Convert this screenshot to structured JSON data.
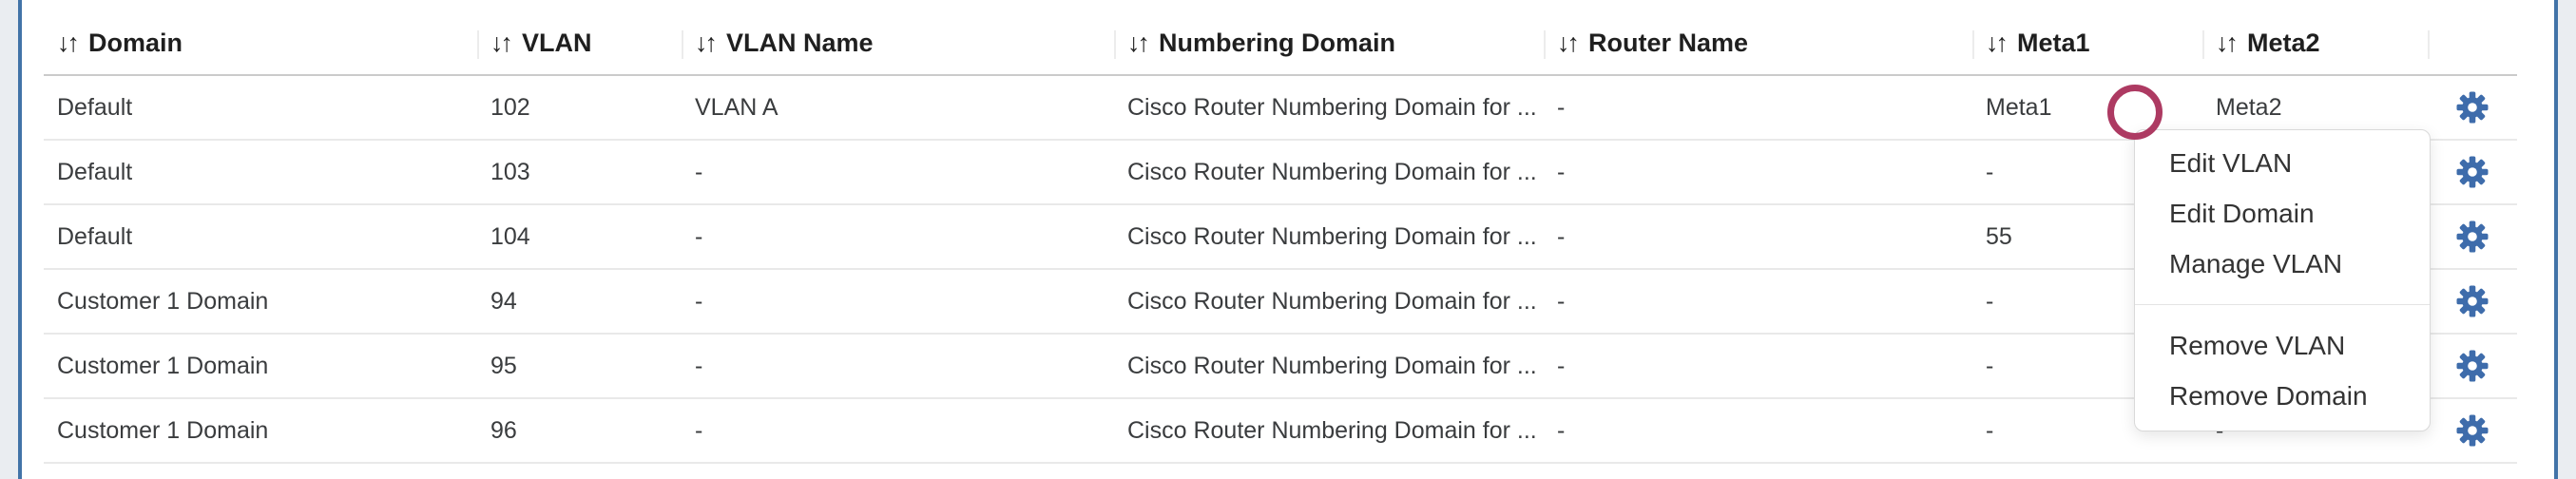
{
  "colors": {
    "panel_border": "#4273a8",
    "gear_icon": "#3e6cab",
    "annotation_circle": "#ad3a62",
    "outside_background": "#eaedf1"
  },
  "table": {
    "sort_icon": "↓↑",
    "columns": [
      {
        "key": "domain",
        "label": "Domain",
        "sortable": true
      },
      {
        "key": "vlan",
        "label": "VLAN",
        "sortable": true
      },
      {
        "key": "vlan_name",
        "label": "VLAN Name",
        "sortable": true
      },
      {
        "key": "numbering_domain",
        "label": "Numbering Domain",
        "sortable": true
      },
      {
        "key": "router_name",
        "label": "Router Name",
        "sortable": true
      },
      {
        "key": "meta1",
        "label": "Meta1",
        "sortable": true
      },
      {
        "key": "meta2",
        "label": "Meta2",
        "sortable": true
      },
      {
        "key": "actions",
        "label": "",
        "sortable": false
      }
    ],
    "rows": [
      {
        "domain": "Default",
        "vlan": "102",
        "vlan_name": "VLAN A",
        "numbering_domain": "Cisco Router Numbering Domain for ...",
        "router_name": "-",
        "meta1": "Meta1",
        "meta2": "Meta2"
      },
      {
        "domain": "Default",
        "vlan": "103",
        "vlan_name": "-",
        "numbering_domain": "Cisco Router Numbering Domain for ...",
        "router_name": "-",
        "meta1": "-",
        "meta2": ""
      },
      {
        "domain": "Default",
        "vlan": "104",
        "vlan_name": "-",
        "numbering_domain": "Cisco Router Numbering Domain for ...",
        "router_name": "-",
        "meta1": "55",
        "meta2": ""
      },
      {
        "domain": "Customer 1 Domain",
        "vlan": "94",
        "vlan_name": "-",
        "numbering_domain": "Cisco Router Numbering Domain for ...",
        "router_name": "-",
        "meta1": "-",
        "meta2": ""
      },
      {
        "domain": "Customer 1 Domain",
        "vlan": "95",
        "vlan_name": "-",
        "numbering_domain": "Cisco Router Numbering Domain for ...",
        "router_name": "-",
        "meta1": "-",
        "meta2": ""
      },
      {
        "domain": "Customer 1 Domain",
        "vlan": "96",
        "vlan_name": "-",
        "numbering_domain": "Cisco Router Numbering Domain for ...",
        "router_name": "-",
        "meta1": "-",
        "meta2": "-"
      }
    ]
  },
  "context_menu": {
    "groups": [
      {
        "items": [
          {
            "label": "Edit VLAN"
          },
          {
            "label": "Edit Domain"
          },
          {
            "label": "Manage VLAN"
          }
        ]
      },
      {
        "items": [
          {
            "label": "Remove VLAN"
          },
          {
            "label": "Remove Domain"
          }
        ]
      }
    ]
  }
}
